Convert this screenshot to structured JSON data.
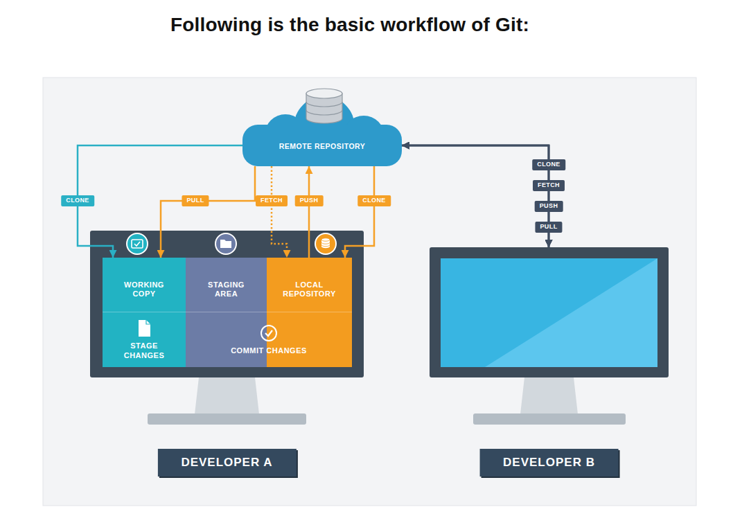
{
  "diagram": {
    "title": "Following is the basic workflow of Git:",
    "nodes": [
      {
        "text": [
          "REMOTE REPOSITORY"
        ]
      },
      {
        "text": [
          "DEVELOPER A"
        ]
      },
      {
        "text": [
          "WORKING COPY"
        ],
        "in": 1
      },
      {
        "text": [
          "STAGING AREA"
        ],
        "in": 1
      },
      {
        "text": [
          "LOCAL REPOSITORY"
        ],
        "in": 1
      },
      {
        "text": [
          "STAGE CHANGES"
        ],
        "in": 1
      },
      {
        "text": [
          "COMMIT CHANGES"
        ],
        "in": 1
      },
      {
        "text": [
          "DEVELOPER B"
        ]
      }
    ],
    "edges": [
      {
        "from": 0,
        "to": 2,
        "arrow": "to",
        "label": "CLONE"
      },
      {
        "from": 0,
        "to": 2,
        "arrow": "to",
        "label": "PULL"
      },
      {
        "from": 0,
        "to": 4,
        "arrow": "to",
        "label": "FETCH"
      },
      {
        "from": 4,
        "to": 0,
        "arrow": "to",
        "label": "PUSH"
      },
      {
        "from": 0,
        "to": 4,
        "arrow": "to",
        "label": "CLONE"
      },
      {
        "from": 0,
        "to": 7,
        "arrow": "both",
        "label": "CLONE"
      },
      {
        "from": 0,
        "to": 7,
        "arrow": "both",
        "label": "FETCH"
      },
      {
        "from": 0,
        "to": 7,
        "arrow": "both",
        "label": "PUSH"
      },
      {
        "from": 0,
        "to": 7,
        "arrow": "both",
        "label": "PULL"
      }
    ]
  }
}
